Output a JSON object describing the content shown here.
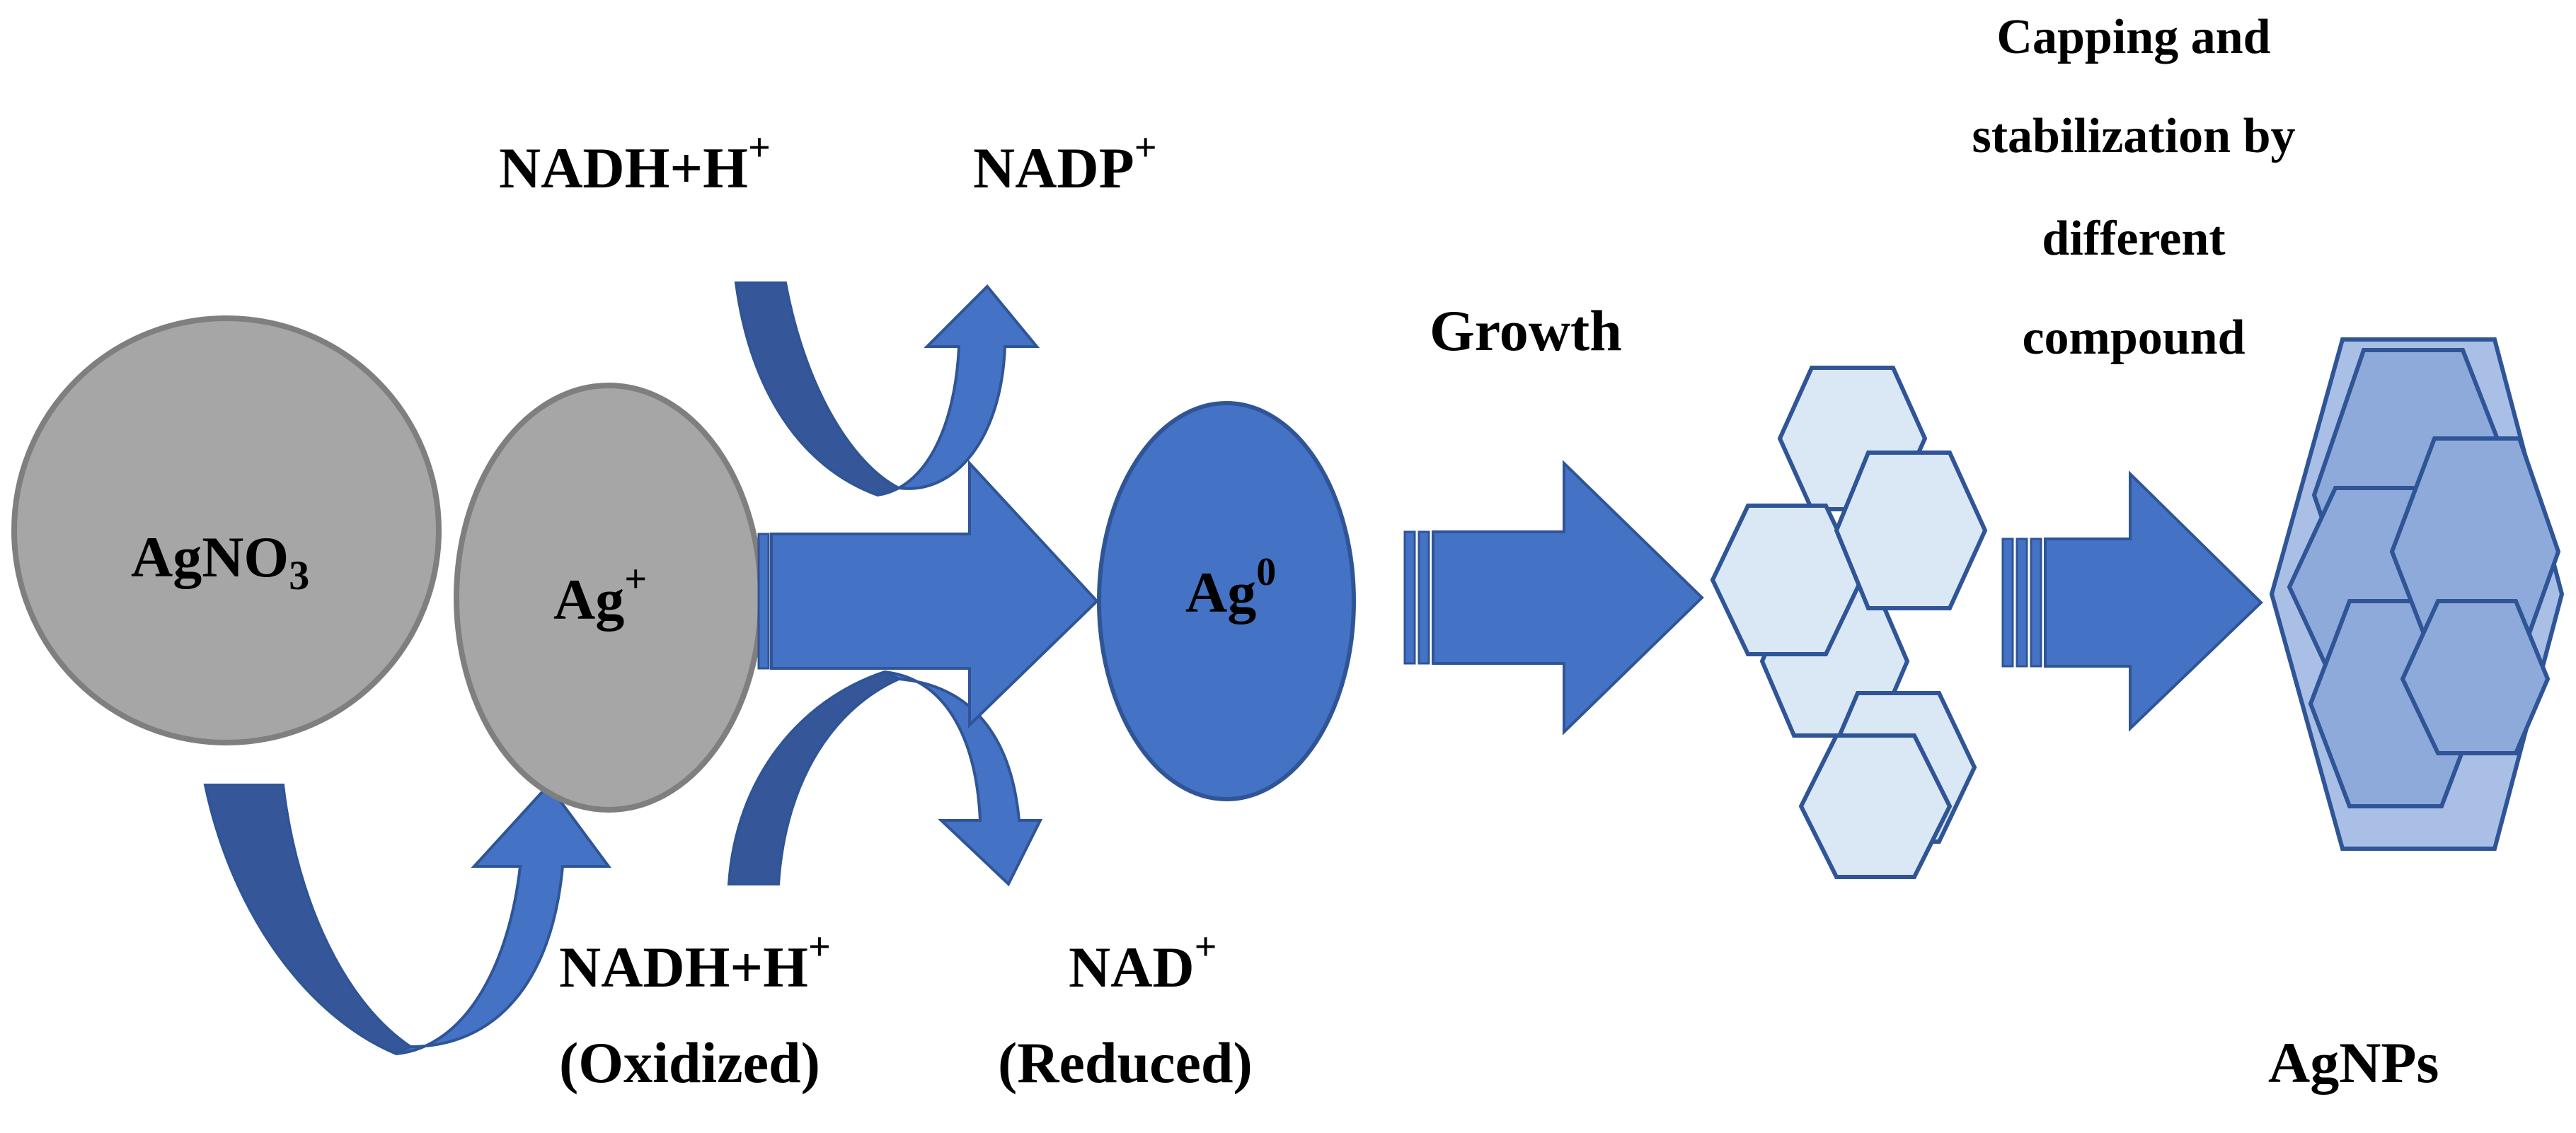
{
  "diagram": {
    "agno3": {
      "main": "AgNO",
      "sub": "3"
    },
    "ag_ion": {
      "main": "Ag",
      "sup": "+"
    },
    "ag_zero": {
      "main": "Ag",
      "sup": "0"
    },
    "top_left": {
      "main": "NADH+H",
      "sup": "+"
    },
    "top_right": {
      "main": "NADP",
      "sup": "+"
    },
    "bottom_left": {
      "main": "NADH+H",
      "sup": "+",
      "line2": "(Oxidized)"
    },
    "bottom_right": {
      "main": "NAD",
      "sup": "+",
      "line2": "(Reduced)"
    },
    "growth": "Growth",
    "capping": [
      "Capping and",
      "stabilization by",
      "different",
      "compound"
    ],
    "product": "AgNPs"
  },
  "colors": {
    "gray_fill": "#a6a6a6",
    "gray_stroke": "#7f7f7f",
    "blue": "#4472c4",
    "blue_dark": "#2f5597",
    "blue_shade": "#35579a",
    "hex_light": "#dae8f6",
    "hex_mid": "#8eaadb",
    "hex_stroke": "#2f5597"
  }
}
